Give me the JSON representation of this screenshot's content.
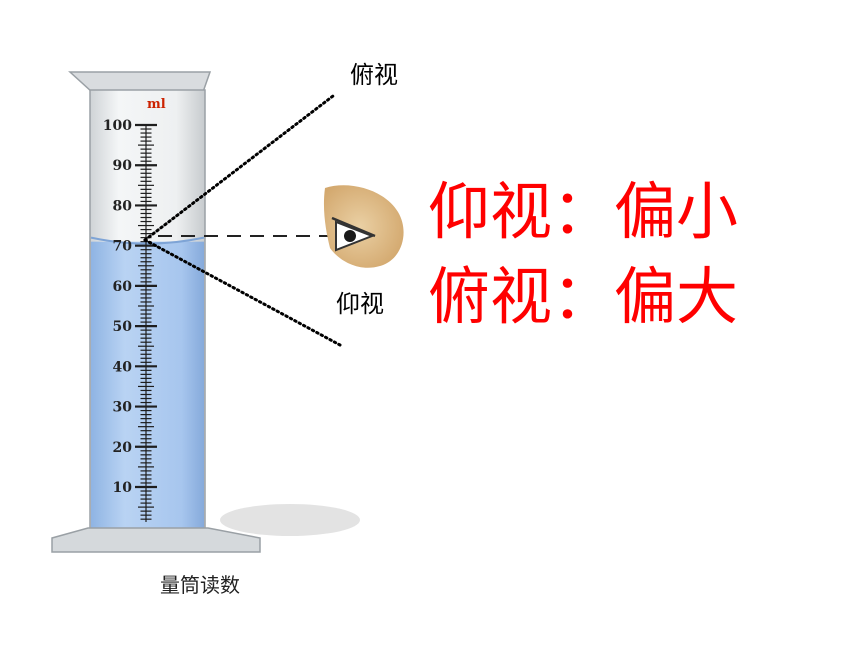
{
  "labels": {
    "top_view": "俯视",
    "bottom_view": "仰视",
    "rule_low": "仰视：偏小",
    "rule_high": "俯视：偏大",
    "caption": "量筒读数"
  },
  "cylinder": {
    "unit": "ml",
    "major_ticks": [
      "100",
      "90",
      "80",
      "70",
      "60",
      "50",
      "40",
      "30",
      "20",
      "10"
    ],
    "liquid_level_ml": 71
  },
  "colors": {
    "rule_text": "#ff0000",
    "liquid": "#a8c8ef",
    "eye_skin": "#d9b685"
  }
}
